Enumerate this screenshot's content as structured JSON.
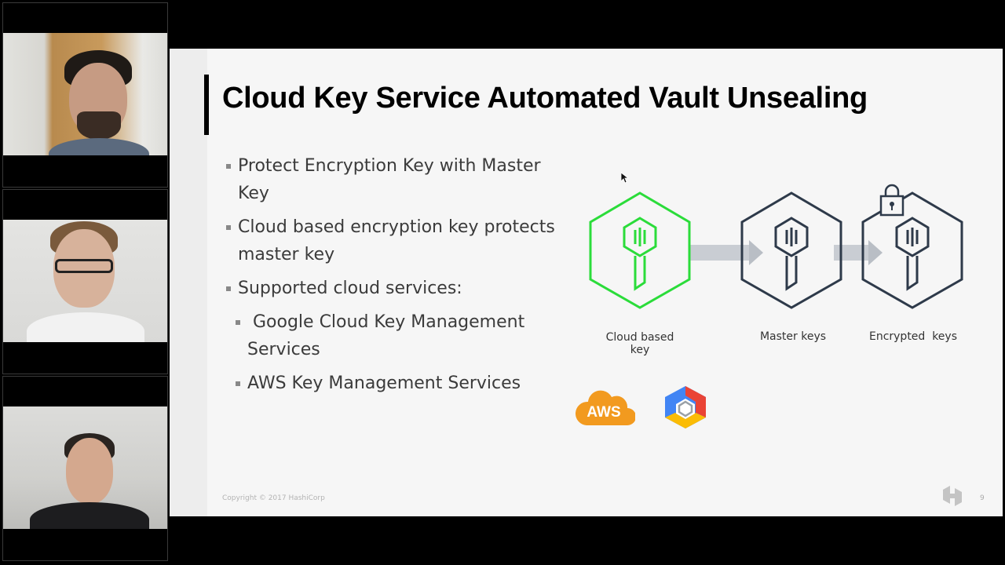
{
  "participants": [
    {
      "name": "participant-1-video"
    },
    {
      "name": "participant-2-video"
    },
    {
      "name": "participant-3-video"
    }
  ],
  "slide": {
    "title": "Cloud Key Service Automated Vault Unsealing",
    "bullets": [
      {
        "text": "Protect Encryption Key with Master Key",
        "level": 1
      },
      {
        "text": "Cloud based encryption key protects master key",
        "level": 1
      },
      {
        "text": "Supported cloud services:",
        "level": 1
      },
      {
        "text": " Google Cloud Key Management Services",
        "level": 2
      },
      {
        "text": "AWS Key Management Services",
        "level": 2
      }
    ],
    "diagram": {
      "labels": [
        "Cloud based key",
        "Master keys",
        "Encrypted  keys"
      ],
      "accent_color": "#2bdc3a",
      "dark_color": "#2e3a4a"
    },
    "aws_logo_text": "AWS",
    "copyright": "Copyright © 2017 HashiCorp",
    "page_number": "9"
  }
}
